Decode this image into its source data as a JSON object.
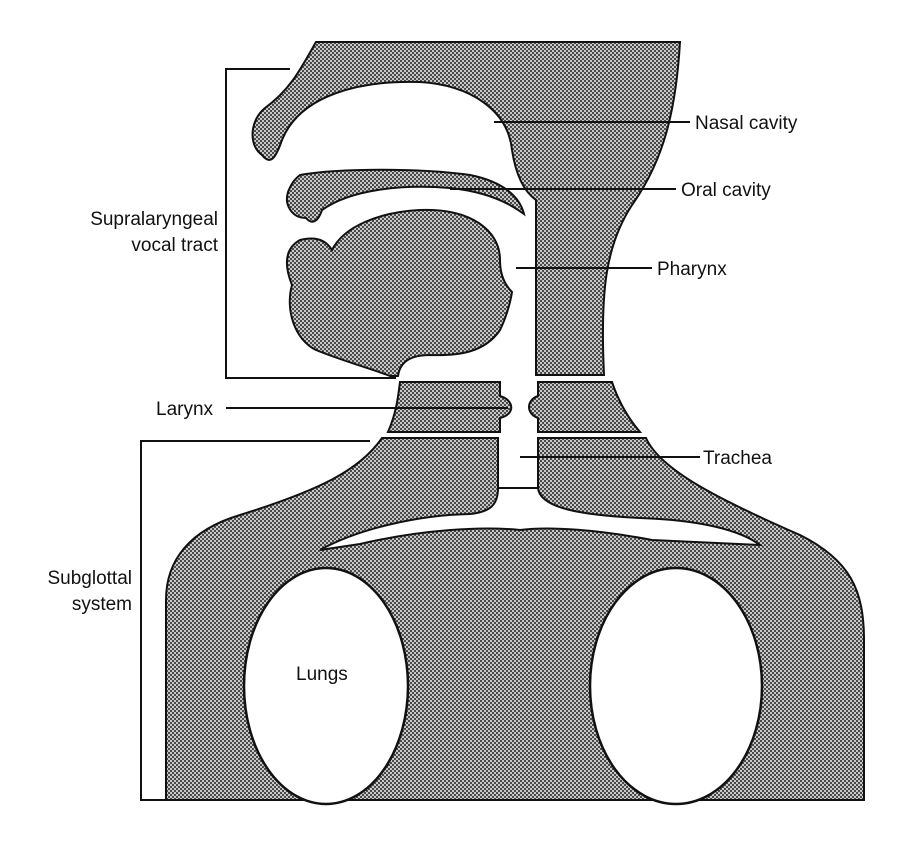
{
  "diagram": {
    "labels": {
      "nasal_cavity": "Nasal cavity",
      "oral_cavity": "Oral cavity",
      "pharynx": "Pharynx",
      "larynx": "Larynx",
      "trachea": "Trachea",
      "supralaryngeal_line1": "Supralaryngeal",
      "supralaryngeal_line2": "vocal tract",
      "subglottal_line1": "Subglottal",
      "subglottal_line2": "system",
      "lungs": "Lungs"
    },
    "colors": {
      "ink": "#111111",
      "tissue_fill": "#a9a9a9",
      "airway": "#ffffff"
    }
  }
}
